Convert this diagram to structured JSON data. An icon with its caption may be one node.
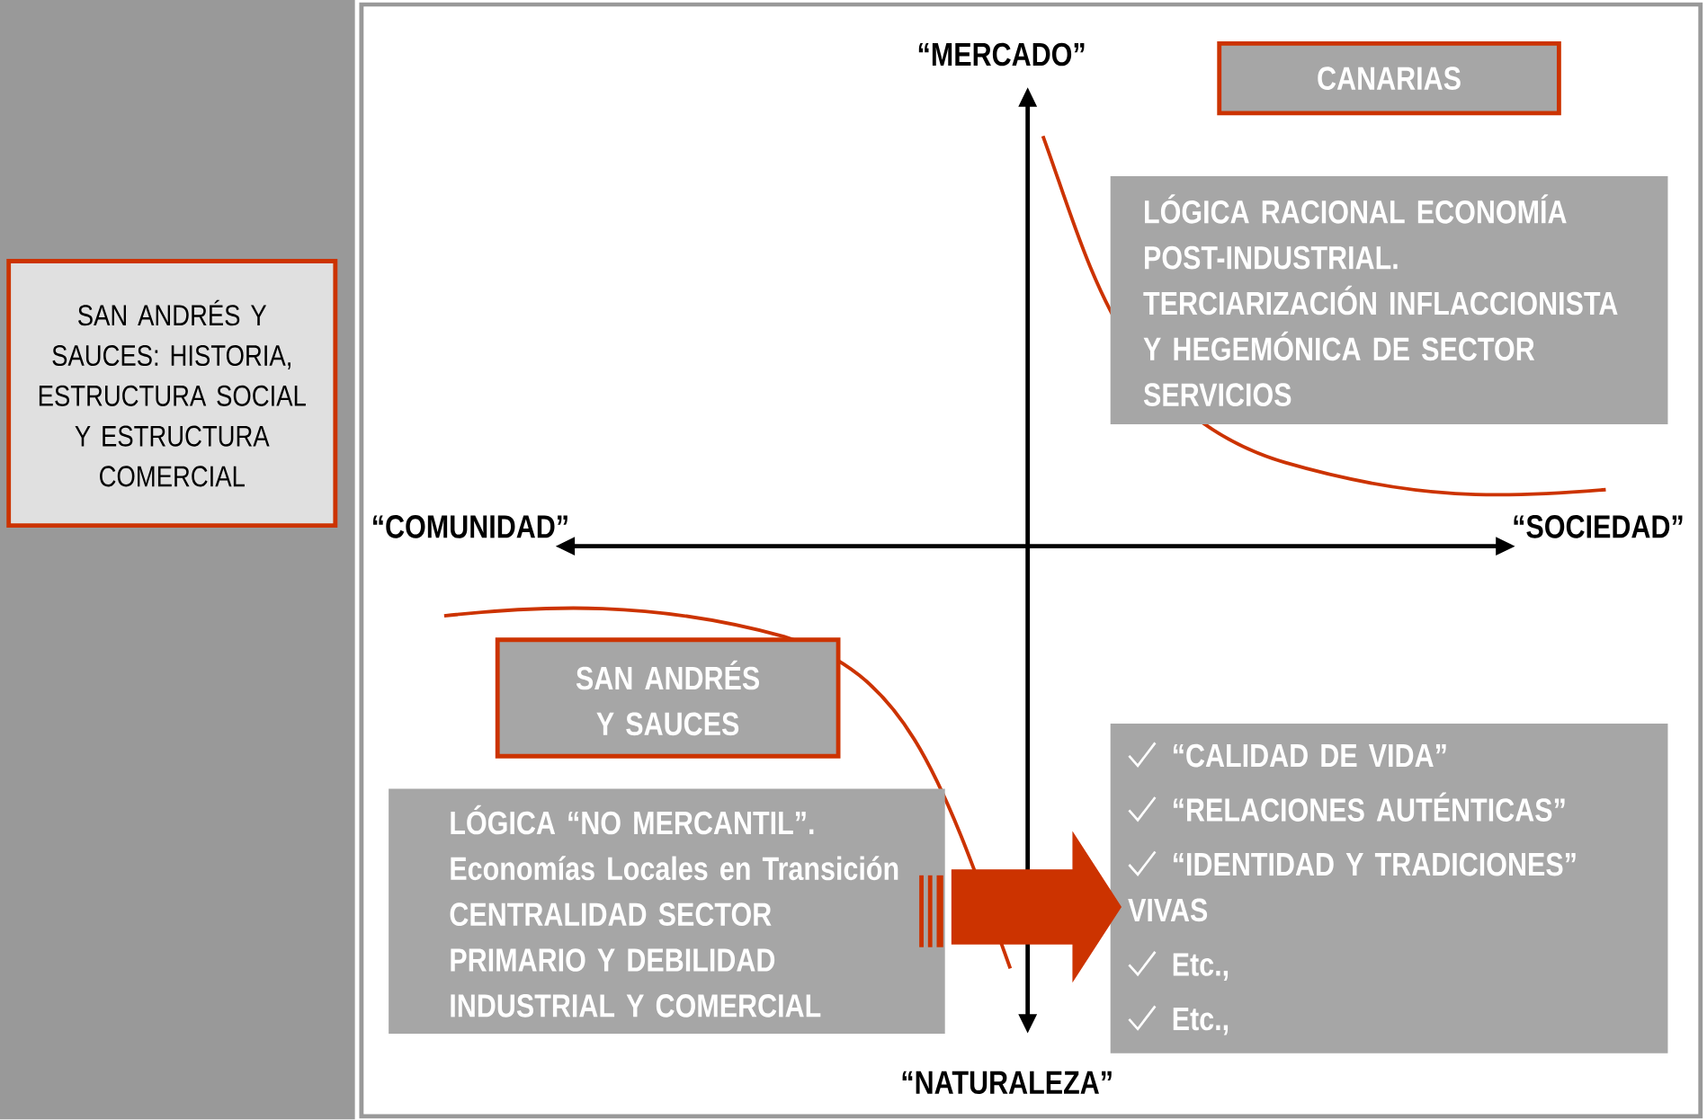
{
  "diagram": {
    "nodes": [
      {
        "text": [
          "SAN ANDRÉS Y SAUCES: HISTORIA, ESTRUCTURA SOCIAL Y ESTRUCTURA COMERCIAL"
        ]
      },
      {
        "text": [
          "CANARIAS"
        ]
      },
      {
        "text": [
          "LÓGICA RACIONAL ECONOMÍA POST-INDUSTRIAL.",
          "TERCIARIZACIÓN INFLACCIONISTA Y HEGEMÓNICA DE SECTOR SERVICIOS"
        ]
      },
      {
        "text": [
          "SAN ANDRÉS Y SAUCES"
        ]
      },
      {
        "text": [
          "LÓGICA “NO MERCANTIL”.",
          "Economías Locales en Transición",
          "CENTRALIDAD SECTOR PRIMARIO Y DEBILIDAD INDUSTRIAL Y COMERCIAL"
        ]
      },
      {
        "text": [
          "“CALIDAD DE VIDA”",
          "“RELACIONES AUTÉNTICAS”",
          "“IDENTIDAD Y TRADICIONES” VIVAS",
          "Etc.,",
          "Etc.,"
        ]
      }
    ],
    "edges": [
      {
        "from": 4,
        "to": 5,
        "arrow": "to",
        "style": "thick"
      }
    ],
    "labels": [
      "“MERCADO”",
      "“COMUNIDAD”",
      "“SOCIEDAD”",
      "“NATURALEZA”"
    ]
  }
}
